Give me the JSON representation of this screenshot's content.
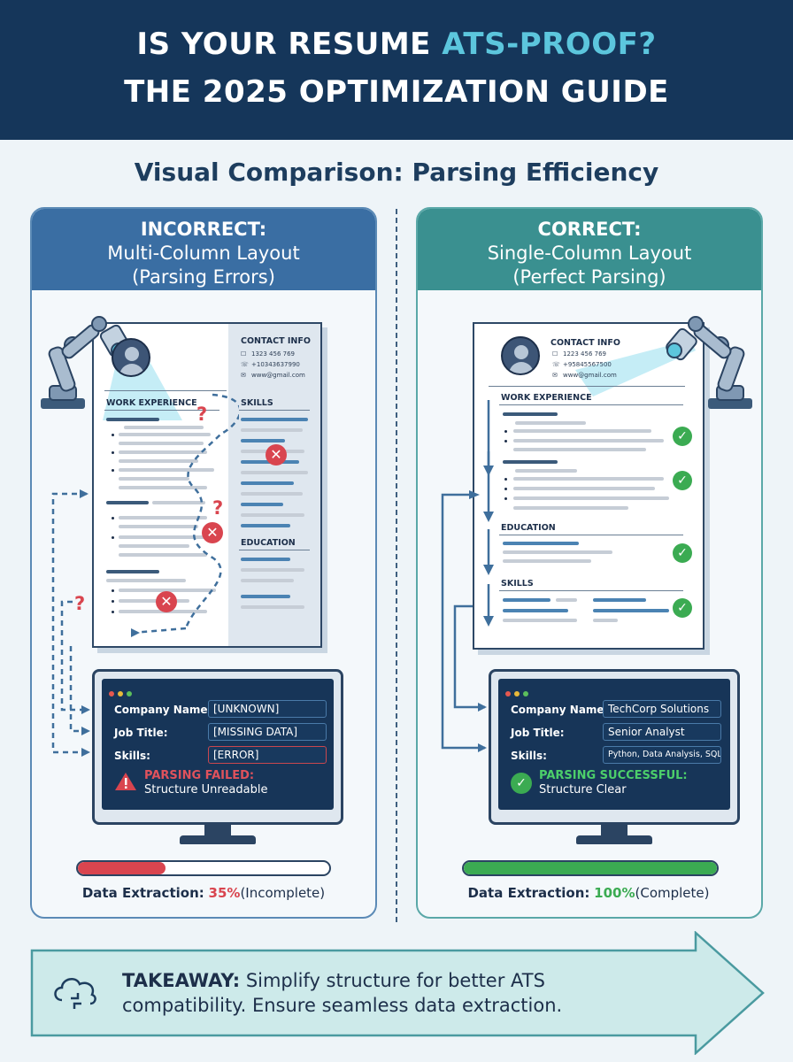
{
  "header": {
    "title_part1": "IS YOUR RESUME",
    "title_accent": "ATS-PROOF?",
    "title_line2": "THE 2025 OPTIMIZATION GUIDE"
  },
  "subtitle": "Visual Comparison: Parsing Efficiency",
  "left_panel": {
    "title1": "INCORRECT:",
    "title2": "Multi-Column Layout",
    "title3": "(Parsing Errors)",
    "resume": {
      "contact_info": "CONTACT INFO",
      "phone1": "1323 456 769",
      "phone2": "+10343637990",
      "email": "www@gmail.com",
      "work_experience": "WORK EXPERIENCE",
      "skills": "SKILLS",
      "education": "EDUCATION"
    },
    "monitor": {
      "company_label": "Company Name:",
      "company_value": "[UNKNOWN]",
      "job_label": "Job Title:",
      "job_value": "[MISSING DATA]",
      "skills_label": "Skills:",
      "skills_value": "[ERROR]",
      "status_title": "PARSING FAILED:",
      "status_detail": "Structure Unreadable"
    },
    "progress": 0.35,
    "extraction_label": "Data Extraction:",
    "extraction_value": "35%",
    "extraction_note": "(Incomplete)"
  },
  "right_panel": {
    "title1": "CORRECT:",
    "title2": "Single-Column Layout",
    "title3": "(Perfect Parsing)",
    "resume": {
      "contact_info": "CONTACT INFO",
      "phone1": "1223 456 769",
      "phone2": "+95845567500",
      "email": "www@gmail.com",
      "work_experience": "WORK EXPERIENCE",
      "education": "EDUCATION",
      "skills": "SKILLS"
    },
    "monitor": {
      "company_label": "Company Name:",
      "company_value": "TechCorp Solutions",
      "job_label": "Job Title:",
      "job_value": "Senior Analyst",
      "skills_label": "Skills:",
      "skills_value": "Python, Data Analysis, SQL",
      "status_title": "PARSING SUCCESSFUL:",
      "status_detail": "Structure Clear"
    },
    "progress": 1.0,
    "extraction_label": "Data Extraction:",
    "extraction_value": "100%",
    "extraction_note": "(Complete)"
  },
  "takeaway": {
    "label": "TAKEAWAY:",
    "text_line1": "Simplify structure for better ATS",
    "text_line2": "compatibility. Ensure seamless data extraction."
  },
  "icons": [
    "robot-scanner-icon",
    "cross-icon",
    "question-icon",
    "check-icon",
    "warning-icon",
    "check-circle-icon",
    "cloud-sync-icon",
    "phone-icon",
    "email-icon"
  ],
  "colors": {
    "header_bg": "#15365a",
    "accent": "#5cc6dd",
    "error": "#d9454f",
    "success": "#3bab52",
    "left_head": "#3a6ea3",
    "right_head": "#3a9090"
  }
}
